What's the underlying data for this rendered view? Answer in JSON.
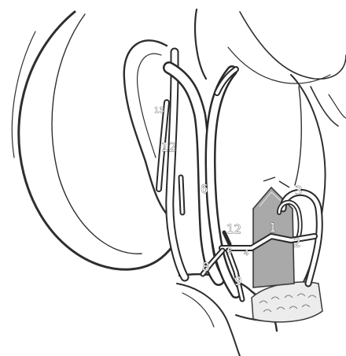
{
  "figure": {
    "labels": [
      "13",
      "12",
      "6",
      "12",
      "1",
      "3",
      "2",
      "5",
      "4",
      "8",
      "9"
    ]
  }
}
